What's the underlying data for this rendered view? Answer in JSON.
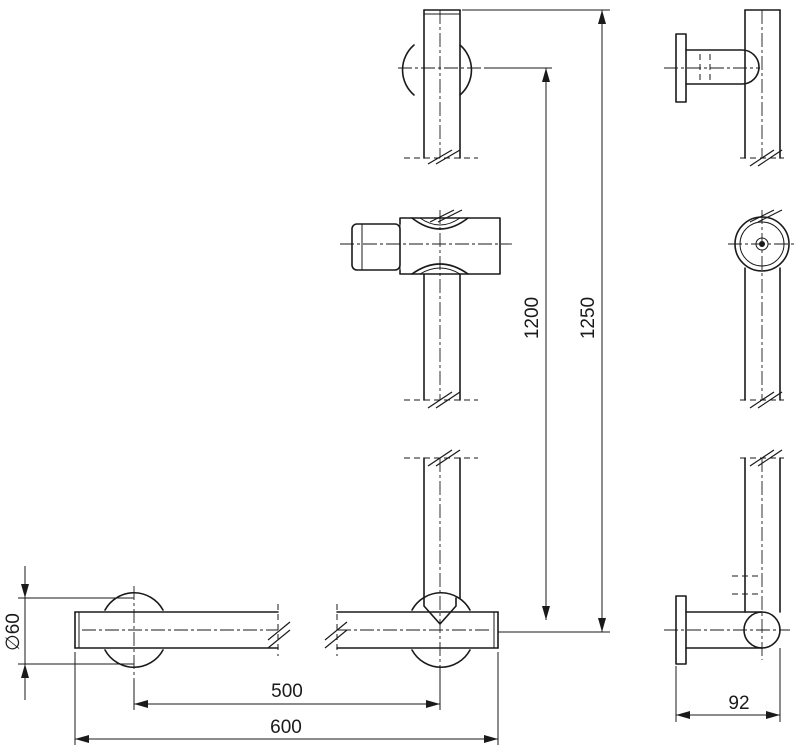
{
  "dimensions": {
    "diameter": "∅60",
    "length_500": "500",
    "length_600": "600",
    "height_1200": "1200",
    "height_1250": "1250",
    "depth_92": "92"
  }
}
